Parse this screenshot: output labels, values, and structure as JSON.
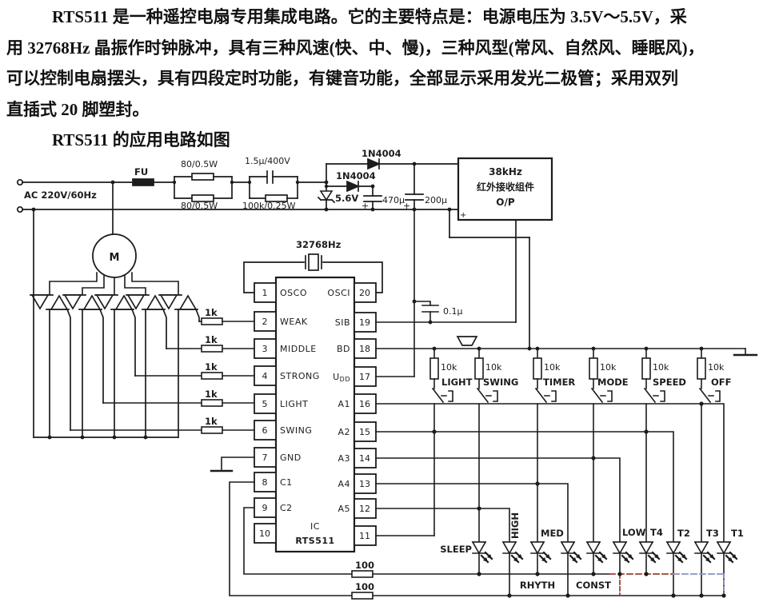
{
  "page": {
    "bg": "#ffffff",
    "ink": "#1c1c1c",
    "accent_red": "#9a4130",
    "accent_blue": "#8b92c0"
  },
  "intro": {
    "lines": [
      "RTS511 是一种遥控电扇专用集成电路。它的主要特点是：电源电压为 3.5V～5.5V，采",
      "用 32768Hz 晶振作时钟脉冲，具有三种风速(快、中、慢)，三种风型(常风、自然风、睡眠风)，",
      "可以控制电扇摆头，具有四段定时功能，有键音功能，全部显示采用发光二极管；采用双列",
      "直插式 20 脚塑封。",
      "RTS511 的应用电路如图"
    ]
  },
  "schematic": {
    "power": {
      "ac": "AC 220V/60Hz",
      "fu": "FU",
      "r_top": "80/0.5W",
      "r_bottom": "80/0.5W",
      "cap": "1.5μ/400V",
      "r_parallel": "100k/0.25W",
      "zener": "5.6V",
      "diode1": "1N4004",
      "diode2": "1N4004",
      "cap470": "470μ",
      "cap200": "200μ",
      "plus470": "+",
      "plus200": "+"
    },
    "ir": {
      "line1": "38kHz",
      "line2": "红外接收组件",
      "line3": "O/P",
      "plus": "+"
    },
    "motor": {
      "label": "M"
    },
    "crystal": {
      "label": "32768Hz"
    },
    "cap01": {
      "label": "0.1μ"
    },
    "gate_res": [
      "1k",
      "1k",
      "1k",
      "1k",
      "1k"
    ],
    "ic": {
      "name1": "IC",
      "name2": "RTS511",
      "left_pins": [
        {
          "num": "1",
          "label": "OSCO"
        },
        {
          "num": "2",
          "label": "WEAK"
        },
        {
          "num": "3",
          "label": "MIDDLE"
        },
        {
          "num": "4",
          "label": "STRONG"
        },
        {
          "num": "5",
          "label": "LIGHT"
        },
        {
          "num": "6",
          "label": "SWING"
        },
        {
          "num": "7",
          "label": "GND"
        },
        {
          "num": "8",
          "label": "C1"
        },
        {
          "num": "9",
          "label": "C2"
        },
        {
          "num": "10",
          "label": ""
        }
      ],
      "right_pins": [
        {
          "num": "20",
          "label": "OSCI",
          "sub": ""
        },
        {
          "num": "19",
          "label": "SIB",
          "sub": ""
        },
        {
          "num": "18",
          "label": "BD",
          "sub": ""
        },
        {
          "num": "17",
          "label": "U",
          "sub": "DD"
        },
        {
          "num": "16",
          "label": "A1",
          "sub": ""
        },
        {
          "num": "15",
          "label": "A2",
          "sub": ""
        },
        {
          "num": "14",
          "label": "A3",
          "sub": ""
        },
        {
          "num": "13",
          "label": "A4",
          "sub": ""
        },
        {
          "num": "12",
          "label": "A5",
          "sub": ""
        },
        {
          "num": "11",
          "label": "",
          "sub": ""
        }
      ]
    },
    "buttons": [
      {
        "res": "10k",
        "label": "LIGHT"
      },
      {
        "res": "10k",
        "label": "SWING"
      },
      {
        "res": "10k",
        "label": "TIMER"
      },
      {
        "res": "10k",
        "label": "MODE"
      },
      {
        "res": "10k",
        "label": "SPEED"
      },
      {
        "res": "10k",
        "label": "OFF"
      }
    ],
    "leds": [
      "SLEEP",
      "HIGH",
      "MED",
      "",
      "",
      "LOW",
      "T4",
      "T2",
      "T3",
      "T1"
    ],
    "modes": {
      "rhyth": "RHYTH",
      "const": "CONST"
    },
    "bottom": {
      "res1": "100",
      "res2": "100"
    }
  }
}
